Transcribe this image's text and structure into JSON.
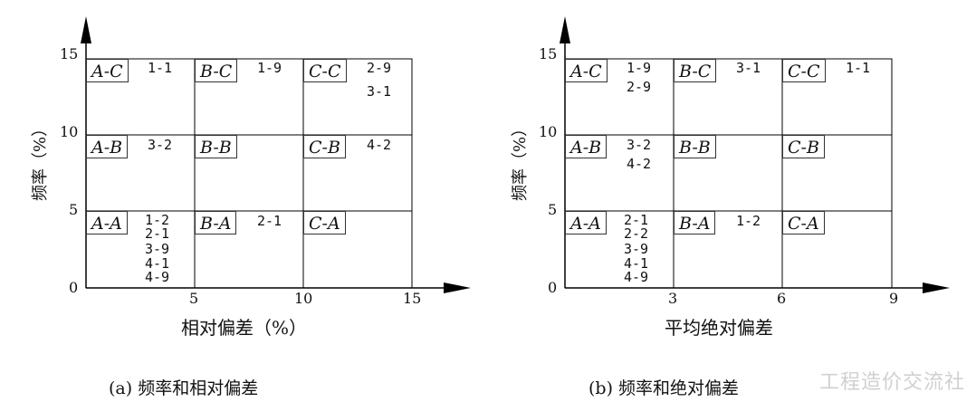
{
  "panels": [
    {
      "id": "a",
      "ylabel": "频率（%）",
      "xlabel": "相对偏差（%）",
      "caption": "(a) 频率和相对偏差",
      "yticks": [
        "0",
        "5",
        "10",
        "15"
      ],
      "xticks": [
        "5",
        "10",
        "15"
      ],
      "cells": [
        {
          "label": "A-C",
          "values": [
            "1-1"
          ]
        },
        {
          "label": "B-C",
          "values": [
            "1-9"
          ]
        },
        {
          "label": "C-C",
          "values": [
            "2-9",
            "3-1"
          ]
        },
        {
          "label": "A-B",
          "values": [
            "3-2"
          ]
        },
        {
          "label": "B-B",
          "values": []
        },
        {
          "label": "C-B",
          "values": [
            "4-2"
          ]
        },
        {
          "label": "A-A",
          "values": [
            "1-2",
            "2-1",
            "3-9",
            "4-1",
            "4-9"
          ]
        },
        {
          "label": "B-A",
          "values": [
            "2-1"
          ]
        },
        {
          "label": "C-A",
          "values": []
        }
      ]
    },
    {
      "id": "b",
      "ylabel": "频率（%）",
      "xlabel": "平均绝对偏差",
      "caption": "(b) 频率和绝对偏差",
      "yticks": [
        "0",
        "5",
        "10",
        "15"
      ],
      "xticks": [
        "3",
        "6",
        "9"
      ],
      "cells": [
        {
          "label": "A-C",
          "values": [
            "1-9",
            "2-9"
          ]
        },
        {
          "label": "B-C",
          "values": [
            "3-1"
          ]
        },
        {
          "label": "C-C",
          "values": [
            "1-1"
          ]
        },
        {
          "label": "A-B",
          "values": [
            "3-2",
            "4-2"
          ]
        },
        {
          "label": "B-B",
          "values": []
        },
        {
          "label": "C-B",
          "values": []
        },
        {
          "label": "A-A",
          "values": [
            "2-1",
            "2-2",
            "3-9",
            "4-1",
            "4-9"
          ]
        },
        {
          "label": "B-A",
          "values": [
            "1-2"
          ]
        },
        {
          "label": "C-A",
          "values": []
        }
      ]
    }
  ],
  "watermark": "工程造价交流社"
}
